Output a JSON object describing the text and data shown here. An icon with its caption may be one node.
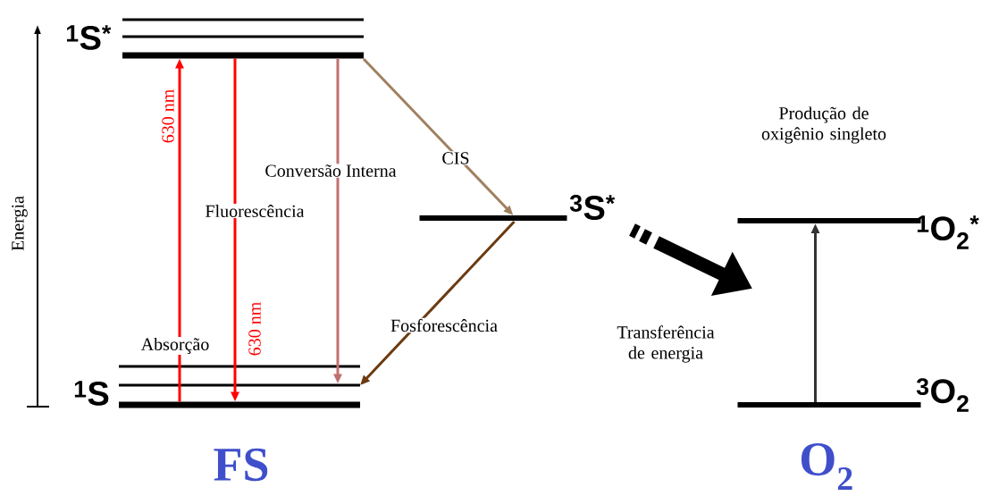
{
  "diagram": {
    "nodes": [
      {
        "text": [],
        "shape": "bar"
      },
      {
        "text": [],
        "shape": "bar"
      },
      {
        "text": [
          "$^{1}$S$^{*}$"
        ]
      },
      {
        "text": [
          "$^{3}$S$^{*}$"
        ]
      },
      {
        "text": [
          "$^{1}$O$_{2}$$^{*}$"
        ]
      },
      {
        "text": [],
        "shape": "bar"
      },
      {
        "text": [],
        "shape": "bar"
      },
      {
        "text": [
          "$^{1}$S"
        ]
      },
      {
        "text": [
          "$^{3}$O$_{2}$"
        ]
      }
    ],
    "edges": [
      {
        "from": 7,
        "to": 2,
        "arrow": "to",
        "label": "Absorção",
        "color": "#ff0000"
      },
      {
        "from": 2,
        "to": 7,
        "arrow": "to",
        "label": "Fluorescência",
        "color": "#ff0000"
      },
      {
        "from": 2,
        "to": 6,
        "arrow": "to",
        "label": "Conversão Interna",
        "color": "#c07070"
      },
      {
        "from": 2,
        "to": 3,
        "arrow": "to",
        "label": "CIS",
        "color": "#a08060"
      },
      {
        "from": 3,
        "to": 6,
        "arrow": "to",
        "label": "Fosforescência",
        "color": "#6b3a10"
      },
      {
        "from": 3,
        "to": null,
        "arrow": "to",
        "label": "Transferência de energia",
        "color": "#000000",
        "style": "thick"
      },
      {
        "from": 8,
        "to": 4,
        "arrow": "to",
        "color": "#333333"
      }
    ],
    "labels": [
      "Energia",
      "630 nm",
      "630 nm",
      "Produção de oxigênio singleto",
      "FS",
      "O$_{2}$"
    ]
  }
}
